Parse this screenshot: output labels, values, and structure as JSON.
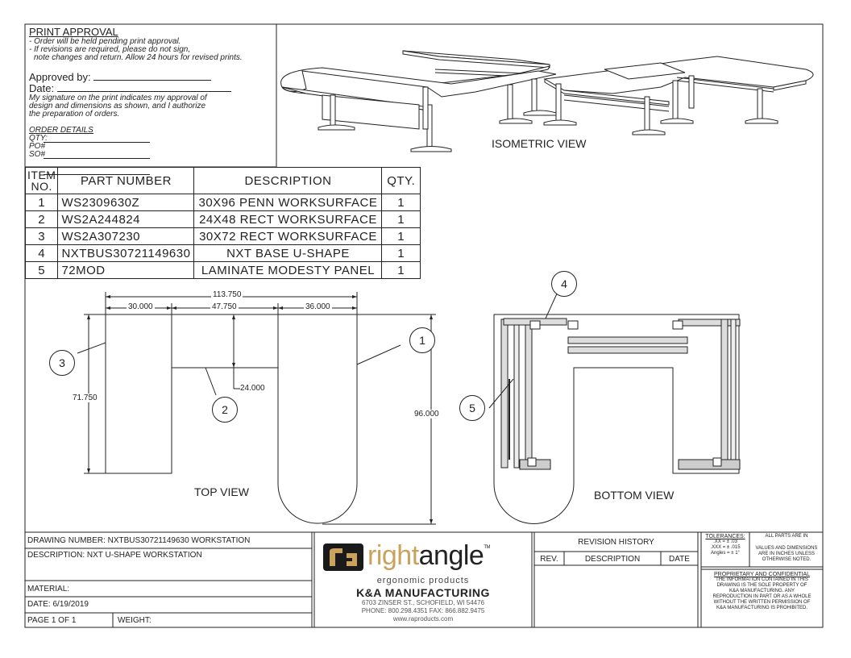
{
  "print_approval": {
    "title": "PRINT APPROVAL",
    "lines": [
      "- Order will be held pending print approval.",
      "- If revisions are required, please do not sign,",
      "note changes and return.  Allow 24 hours for revised prints."
    ],
    "approved_by_label": "Approved by:",
    "date_label": "Date:",
    "signature_text": [
      "My signature on the print indicates my approval of",
      "design and dimensions as shown, and I authorize",
      "the preparation of orders."
    ],
    "order_details_title": "ORDER DETAILS",
    "order_fields": [
      "QTY:",
      "PO#",
      "SO#"
    ]
  },
  "bom": {
    "headers": {
      "item_1": "ITEM",
      "item_2": "NO.",
      "part": "PART NUMBER",
      "desc": "DESCRIPTION",
      "qty": "QTY."
    },
    "rows": [
      {
        "item": "1",
        "part": "WS2309630Z",
        "desc": "30X96 PENN WORKSURFACE",
        "qty": "1"
      },
      {
        "item": "2",
        "part": "WS2A244824",
        "desc": "24X48 RECT WORKSURFACE",
        "qty": "1"
      },
      {
        "item": "3",
        "part": "WS2A307230",
        "desc": "30X72 RECT WORKSURFACE",
        "qty": "1"
      },
      {
        "item": "4",
        "part": "NXTBUS30721149630",
        "desc": "NXT BASE U-SHAPE",
        "qty": "1"
      },
      {
        "item": "5",
        "part": "72MOD",
        "desc": "LAMINATE MODESTY PANEL",
        "qty": "1"
      }
    ]
  },
  "views": {
    "isometric": "ISOMETRIC VIEW",
    "top": "TOP VIEW",
    "bottom": "BOTTOM VIEW"
  },
  "dimensions": {
    "overall_width": "113.750",
    "w1": "30.000",
    "w2": "47.750",
    "w3": "36.000",
    "left_height": "71.750",
    "right_height": "96.000",
    "middle_depth": "24.000"
  },
  "balloons": [
    "1",
    "2",
    "3",
    "4",
    "5"
  ],
  "title_block": {
    "drawing_number": "DRAWING NUMBER:  NXTBUS30721149630 WORKSTATION",
    "description": "DESCRIPTION: NXT U-SHAPE WORKSTATION",
    "material": "MATERIAL:",
    "date": "DATE:  6/19/2019",
    "page": "PAGE 1 OF 1",
    "weight": "WEIGHT:"
  },
  "company": {
    "logo_left": "right",
    "logo_right": "angle",
    "trademark": "TM",
    "tagline": "ergonomic products",
    "name": "K&A MANUFACTURING",
    "address": "6703 ZINSER ST., SCHOFIELD, WI 54476",
    "phone": "PHONE: 800.298.4351  FAX: 866.882.9475",
    "web": "www.raproducts.com",
    "brand_color": "#c9a25c"
  },
  "revision": {
    "title": "REVISION HISTORY",
    "cols": [
      "REV.",
      "DESCRIPTION",
      "DATE"
    ]
  },
  "tolerances": {
    "title": "TOLERANCES:",
    "line1": ".XX = ± .03",
    "line2": ".XXX = ± .015",
    "line3": "Angles = ± 1°"
  },
  "units_note": {
    "line1": "ALL PARTS ARE IN",
    "line2": "VALUES AND DIMENSIONS",
    "line3": "ARE IN INCHES UNLESS",
    "line4": "OTHERWISE NOTED."
  },
  "proprietary": {
    "title": "PROPRIETARY AND CONFIDENTIAL",
    "lines": [
      "THE INFORMATION CONTAINED IN THIS",
      "DRAWING IS THE SOLE PROPERTY OF",
      "K&A MANUFACTURING.  ANY",
      "REPRODUCTION IN PART OR AS A WHOLE",
      "WITHOUT THE WRITTEN PERMISSION OF",
      "K&A MANUFACTURING IS PROHIBITED."
    ]
  }
}
